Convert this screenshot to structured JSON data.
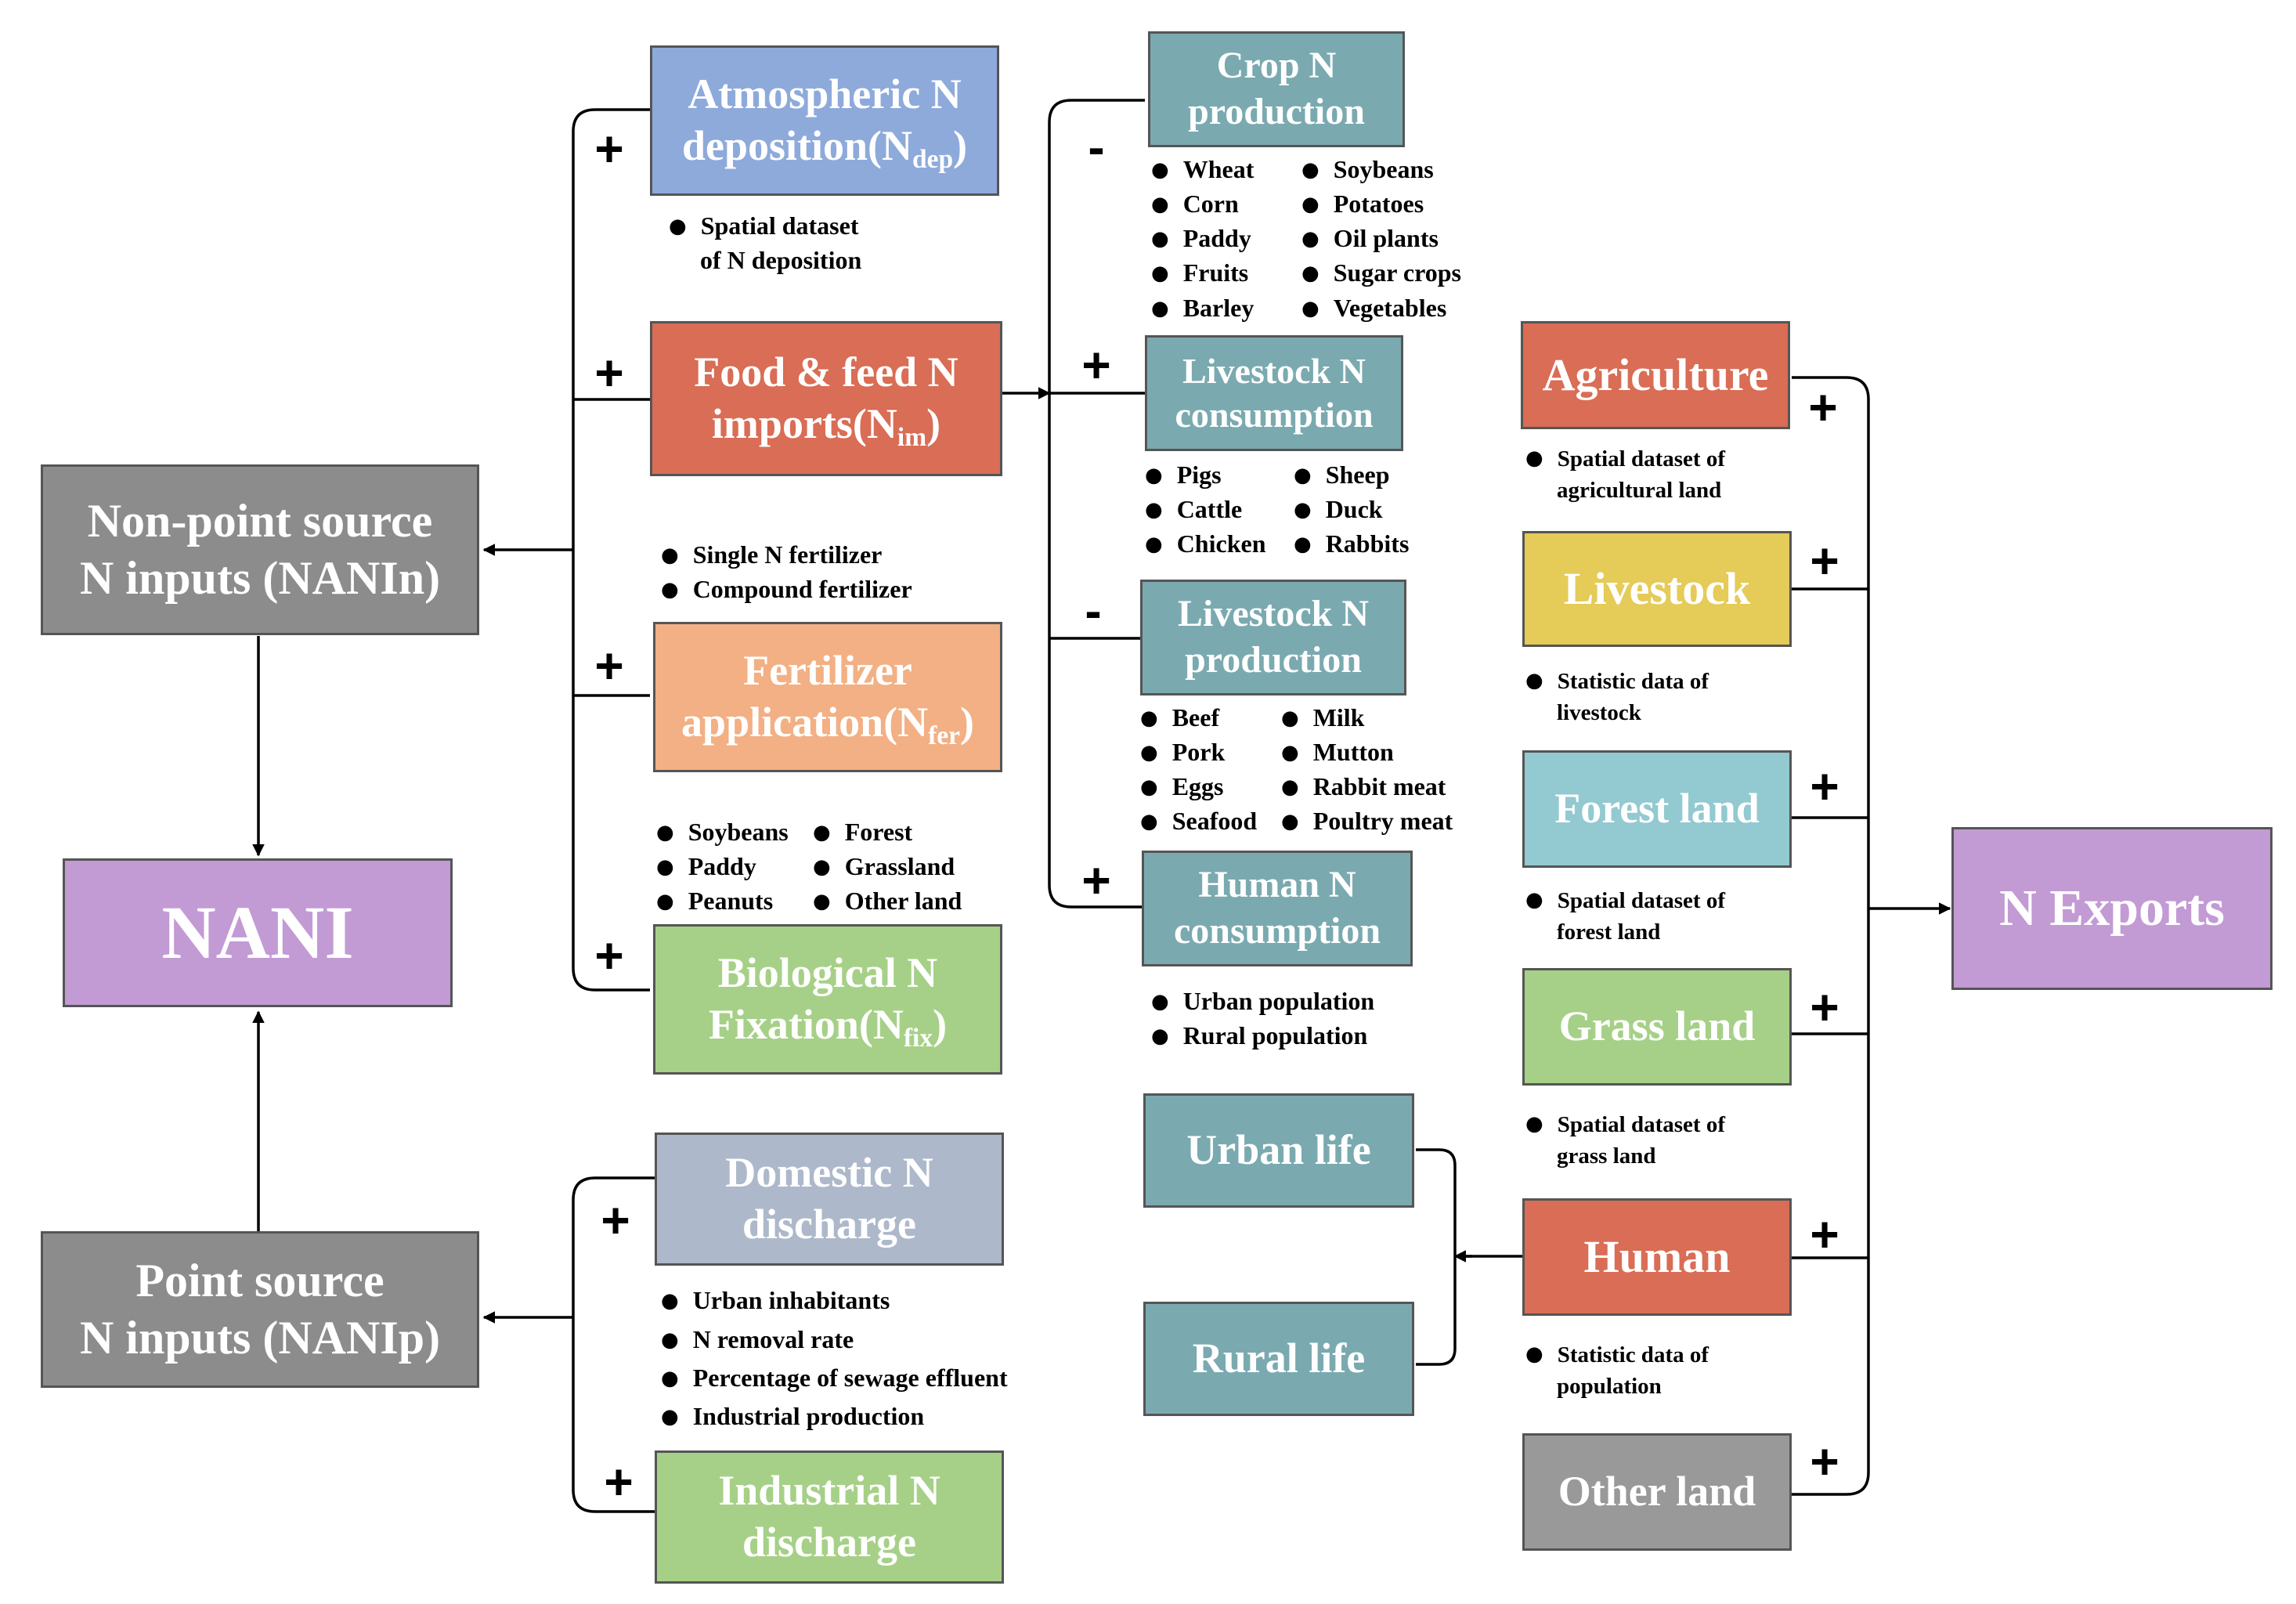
{
  "nodes": {
    "non_point": [
      "Non-point source",
      "N inputs (NANIn)"
    ],
    "nani": "NANI",
    "point": [
      "Point source",
      "N inputs (NANIp)"
    ],
    "atm": {
      "l1": "Atmospheric N",
      "l2a": "deposition(N",
      "l2sub": "dep",
      "l2b": ")"
    },
    "food": {
      "l1": "Food & feed N",
      "l2a": "imports(N",
      "l2sub": "im",
      "l2b": ")"
    },
    "fert": {
      "l1": "Fertilizer",
      "l2a": "application(N",
      "l2sub": "fer",
      "l2b": ")"
    },
    "bio": {
      "l1": "Biological N",
      "l2a": "Fixation(N",
      "l2sub": "fix",
      "l2b": ")"
    },
    "domestic": [
      "Domestic N",
      "discharge"
    ],
    "industrial": [
      "Industrial N",
      "discharge"
    ],
    "crop": [
      "Crop N",
      "production"
    ],
    "livestock_cons": [
      "Livestock N",
      "consumption"
    ],
    "livestock_prod": [
      "Livestock N",
      "production"
    ],
    "human_cons": [
      "Human N",
      "consumption"
    ],
    "urban_life": "Urban life",
    "rural_life": "Rural life",
    "agriculture": "Agriculture",
    "livestock": "Livestock",
    "forest": "Forest land",
    "grass": "Grass land",
    "human": "Human",
    "other": "Other land",
    "exports": "N Exports"
  },
  "signs": {
    "atm": "+",
    "food": "+",
    "fert": "+",
    "bio": "+",
    "domestic": "+",
    "industrial": "+",
    "crop": "-",
    "livestock_cons": "+",
    "livestock_prod": "-",
    "human_cons": "+",
    "agriculture": "+",
    "livestock": "+",
    "forest": "+",
    "grass": "+",
    "human": "+",
    "other": "+"
  },
  "lists": {
    "atm_data": [
      "Spatial dataset",
      "of  N deposition"
    ],
    "fert_types": [
      "Single N fertilizer",
      "Compound fertilizer"
    ],
    "fix_left": [
      "Soybeans",
      "Paddy",
      "Peanuts"
    ],
    "fix_right": [
      "Forest",
      "Grassland",
      "Other land"
    ],
    "crop_left": [
      "Wheat",
      "Corn",
      "Paddy",
      "Fruits",
      "Barley"
    ],
    "crop_right": [
      "Soybeans",
      "Potatoes",
      "Oil plants",
      "Sugar  crops",
      "Vegetables"
    ],
    "lcons_left": [
      "Pigs",
      "Cattle",
      "Chicken"
    ],
    "lcons_right": [
      "Sheep",
      "Duck",
      "Rabbits"
    ],
    "lprod_left": [
      "Beef",
      "Pork",
      "Eggs",
      "Seafood"
    ],
    "lprod_right": [
      "Milk",
      "Mutton",
      "Rabbit meat",
      "Poultry meat"
    ],
    "human_pop": [
      "Urban population",
      "Rural population"
    ],
    "domestic_items": [
      "Urban inhabitants",
      "N removal rate",
      "Percentage of sewage effluent"
    ],
    "industrial_items": [
      "Industrial production"
    ],
    "agri_data": [
      "Spatial dataset of",
      "agricultural land"
    ],
    "livestock_data": [
      "Statistic data of",
      "livestock"
    ],
    "forest_data": [
      "Spatial dataset of",
      "forest land"
    ],
    "grass_data": [
      "Spatial dataset of",
      "grass land"
    ],
    "human_data": [
      "Statistic data of",
      "population"
    ]
  },
  "colors": {
    "gray": "#8c8c8c",
    "purple": "#c29ad4",
    "blue": "#8eaadb",
    "red": "#d96d55",
    "orange": "#f2b084",
    "green": "#a6d087",
    "slate": "#adb9ca",
    "teal": "#7aaab0",
    "yellow": "#e5cb57",
    "lightblue": "#93c9d1",
    "darkgray": "#999999"
  }
}
